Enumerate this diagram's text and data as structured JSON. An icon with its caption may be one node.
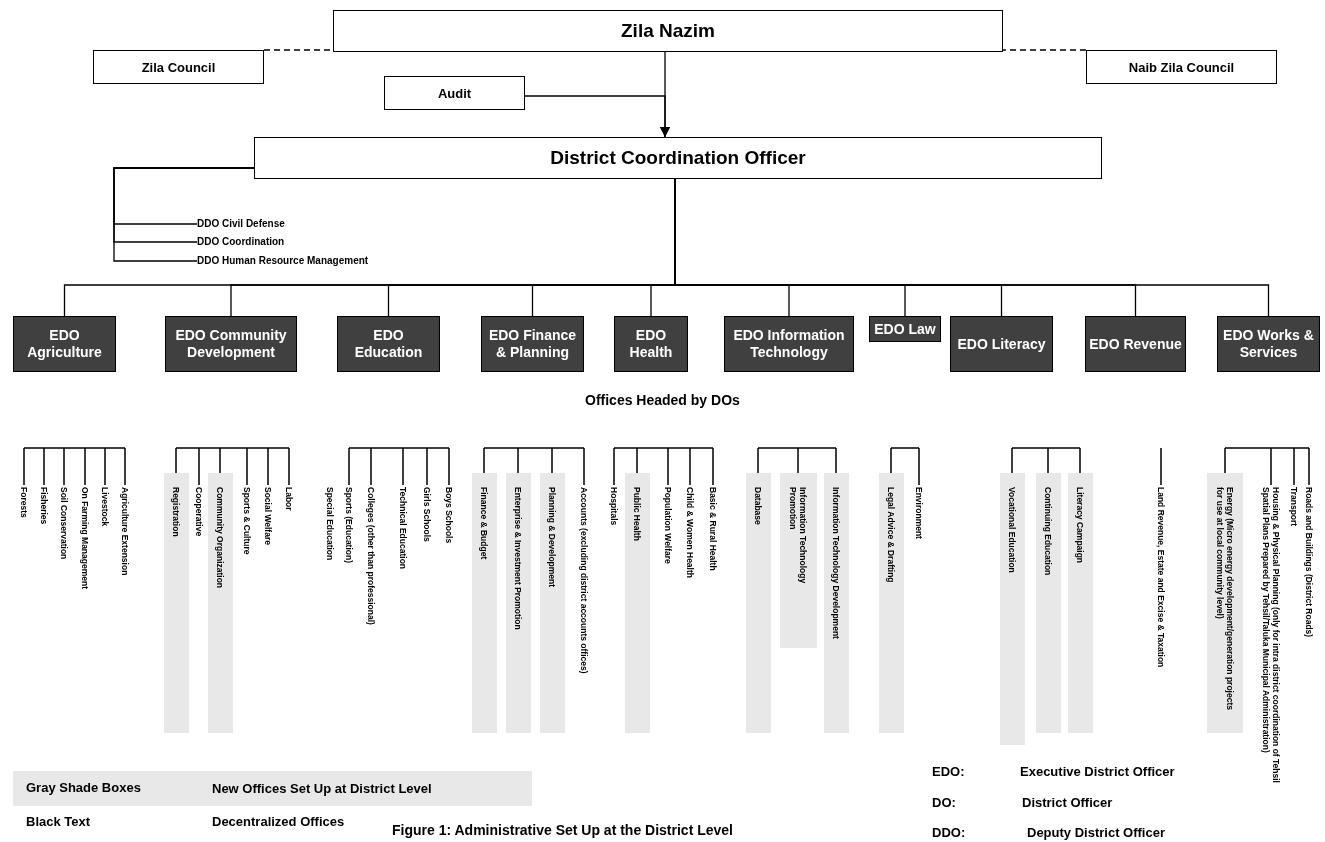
{
  "diagram": {
    "caption": "Figure 1: Administrative Set Up at the District Level",
    "nodes": [
      {
        "text": [
          "Zila Nazim"
        ]
      },
      {
        "text": [
          "Zila Council"
        ]
      },
      {
        "text": [
          "Naib Zila Council"
        ]
      },
      {
        "text": [
          "Audit"
        ]
      },
      {
        "text": [
          "District Coordination Officer"
        ]
      },
      {
        "text": [
          "DDO Civil Defense"
        ]
      },
      {
        "text": [
          "DDO Coordination"
        ]
      },
      {
        "text": [
          "DDO Human Resource Management"
        ]
      },
      {
        "text": [
          "EDO Agriculture"
        ]
      },
      {
        "text": [
          "EDO Community Development"
        ]
      },
      {
        "text": [
          "EDO Education"
        ]
      },
      {
        "text": [
          "EDO Finance & Planning"
        ]
      },
      {
        "text": [
          "EDO Health"
        ]
      },
      {
        "text": [
          "EDO Information Technology"
        ]
      },
      {
        "text": [
          "EDO Law"
        ]
      },
      {
        "text": [
          "EDO Literacy"
        ]
      },
      {
        "text": [
          "EDO Revenue"
        ]
      },
      {
        "text": [
          "EDO Works & Services"
        ]
      },
      {
        "text": [
          "Forests"
        ]
      },
      {
        "text": [
          "Fisheries"
        ]
      },
      {
        "text": [
          "Soil Conservation"
        ]
      },
      {
        "text": [
          "On Farming Management"
        ]
      },
      {
        "text": [
          "Livestock"
        ]
      },
      {
        "text": [
          "Agriculture Extension"
        ]
      },
      {
        "text": [],
        "shape": "bar"
      },
      {
        "text": [
          "Registration"
        ],
        "in": 24
      },
      {
        "text": [
          "Cooperative"
        ]
      },
      {
        "text": [],
        "shape": "bar"
      },
      {
        "text": [
          "Community Organization"
        ],
        "in": 27
      },
      {
        "text": [
          "Sports & Culture"
        ]
      },
      {
        "text": [
          "Social Welfare"
        ]
      },
      {
        "text": [
          "Labor"
        ]
      },
      {
        "text": [
          "Special Education"
        ]
      },
      {
        "text": [
          "Sports (Education)"
        ]
      },
      {
        "text": [
          "Colleges (other than professional)"
        ]
      },
      {
        "text": [
          "Technical Education"
        ]
      },
      {
        "text": [
          "Girls Schools"
        ]
      },
      {
        "text": [
          "Boys Schools"
        ]
      },
      {
        "text": [],
        "shape": "bar"
      },
      {
        "text": [
          "Finance & Budget"
        ],
        "in": 38
      },
      {
        "text": [],
        "shape": "bar"
      },
      {
        "text": [
          "Enterprise & Investment Promotion"
        ],
        "in": 40
      },
      {
        "text": [],
        "shape": "bar"
      },
      {
        "text": [
          "Planning & Development"
        ],
        "in": 42
      },
      {
        "text": [
          "Accounts (excluding district accounts offices)"
        ]
      },
      {
        "text": [
          "Hospitals"
        ]
      },
      {
        "text": [],
        "shape": "bar"
      },
      {
        "text": [
          "Public Health"
        ],
        "in": 46
      },
      {
        "text": [
          "Population Welfare"
        ]
      },
      {
        "text": [
          "Child & Women Health"
        ]
      },
      {
        "text": [
          "Basic & Rural Health"
        ]
      },
      {
        "text": [],
        "shape": "bar"
      },
      {
        "text": [
          "Database"
        ],
        "in": 51
      },
      {
        "text": [],
        "shape": "bar"
      },
      {
        "text": [
          "Information Technology Promotion"
        ],
        "in": 53
      },
      {
        "text": [],
        "shape": "bar"
      },
      {
        "text": [
          "Information Technology Development"
        ],
        "in": 55
      },
      {
        "text": [],
        "shape": "bar"
      },
      {
        "text": [
          "Legal Advice & Drafting"
        ],
        "in": 57
      },
      {
        "text": [
          "Environment"
        ]
      },
      {
        "text": [],
        "shape": "bar"
      },
      {
        "text": [
          "Vocational Education"
        ],
        "in": 60
      },
      {
        "text": [],
        "shape": "bar"
      },
      {
        "text": [
          "Continuing Education"
        ],
        "in": 62
      },
      {
        "text": [],
        "shape": "bar"
      },
      {
        "text": [
          "Literacy Campaign"
        ],
        "in": 64
      },
      {
        "text": [
          "Land Revenue, Estate and Excise & Taxation"
        ]
      },
      {
        "text": [],
        "shape": "bar"
      },
      {
        "text": [
          "Energy (Micro energy development/generation projects for use at local community level)"
        ],
        "in": 67
      },
      {
        "text": [
          "Housing & Physical Planning (only for intra district coordination of Tehsil Spatial Plans Prepared by Tehsil/Taluka Municipal Administration)"
        ]
      },
      {
        "text": [
          "Transport"
        ]
      },
      {
        "text": [
          "Roads and Buildings (District Roads)"
        ]
      }
    ],
    "edges": [
      {
        "from": 0,
        "to": 4,
        "arrow": "to"
      },
      {
        "from": 3,
        "to": 4,
        "arrow": "to"
      },
      {
        "from": 1,
        "to": 0,
        "arrow": "none",
        "style": "dashed"
      },
      {
        "from": 2,
        "to": 0,
        "arrow": "none",
        "style": "dashed"
      },
      {
        "from": 4,
        "to": 5,
        "arrow": "none"
      },
      {
        "from": 4,
        "to": 6,
        "arrow": "none"
      },
      {
        "from": 4,
        "to": 7,
        "arrow": "none"
      },
      {
        "from": 4,
        "to": 8,
        "arrow": "none"
      },
      {
        "from": 4,
        "to": 9,
        "arrow": "none"
      },
      {
        "from": 4,
        "to": 10,
        "arrow": "none"
      },
      {
        "from": 4,
        "to": 11,
        "arrow": "none"
      },
      {
        "from": 4,
        "to": 12,
        "arrow": "none"
      },
      {
        "from": 4,
        "to": 13,
        "arrow": "none"
      },
      {
        "from": 4,
        "to": 14,
        "arrow": "none"
      },
      {
        "from": 4,
        "to": 15,
        "arrow": "none"
      },
      {
        "from": 4,
        "to": 16,
        "arrow": "none"
      },
      {
        "from": 4,
        "to": 17,
        "arrow": "none"
      }
    ],
    "labels": [
      "Offices Headed by DOs",
      "Gray Shade Boxes",
      "Black Text",
      "EDO:",
      "Executive District Officer",
      "DO:",
      "District Officer",
      "DDO:",
      "Deputy District Officer"
    ],
    "legend": [
      {
        "text": "New Offices Set Up at District Level",
        "color": "#e8e8e8"
      },
      {
        "text": "Decentralized Offices"
      }
    ]
  }
}
